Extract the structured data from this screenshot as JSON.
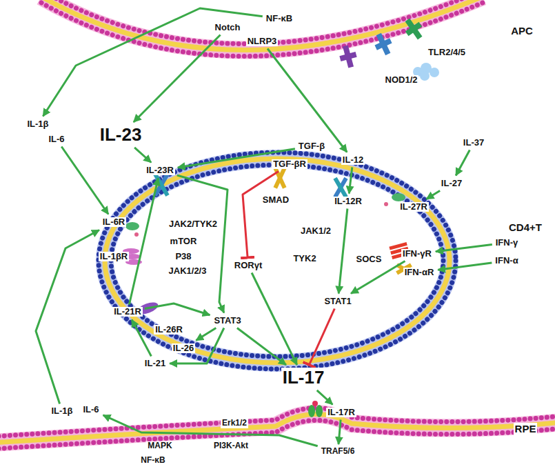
{
  "diagram": {
    "nodes": [
      {
        "text": [
          "APC"
        ]
      },
      {
        "text": [
          "Notch"
        ],
        "in": 0
      },
      {
        "text": [
          "NF-κB"
        ],
        "in": 0
      },
      {
        "text": [
          "NLRP3"
        ],
        "in": 0
      },
      {
        "text": [
          "TLR2/4/5"
        ],
        "in": 0
      },
      {
        "text": [
          "NOD1/2"
        ],
        "in": 0
      },
      {
        "text": [
          "IL-1β"
        ]
      },
      {
        "text": [
          "IL-6"
        ]
      },
      {
        "text": [
          "IL-23"
        ]
      },
      {
        "text": [
          "TGF-β"
        ]
      },
      {
        "text": [
          "IL-12"
        ]
      },
      {
        "text": [
          "IL-37"
        ]
      },
      {
        "text": [
          "IL-27"
        ]
      },
      {
        "text": [
          "CD4+T"
        ]
      },
      {
        "text": [
          "IL-23R"
        ],
        "in": 13
      },
      {
        "text": [
          "TGF-βR"
        ],
        "in": 13
      },
      {
        "text": [
          "SMAD"
        ],
        "in": 13
      },
      {
        "text": [
          "IL-12R"
        ],
        "in": 13
      },
      {
        "text": [
          "IL-27R"
        ],
        "in": 13
      },
      {
        "text": [
          "IL-6R"
        ],
        "in": 13
      },
      {
        "text": [
          "IL-1βR"
        ],
        "in": 13
      },
      {
        "text": [
          "JAK2/TYK2"
        ],
        "in": 13
      },
      {
        "text": [
          "mTOR"
        ],
        "in": 13
      },
      {
        "text": [
          "P38"
        ],
        "in": 13
      },
      {
        "text": [
          "JAK1/2/3"
        ],
        "in": 13
      },
      {
        "text": [
          "RORγt"
        ],
        "in": 13
      },
      {
        "text": [
          "JAK1/2"
        ],
        "in": 13
      },
      {
        "text": [
          "TYK2"
        ],
        "in": 13
      },
      {
        "text": [
          "SOCS"
        ],
        "in": 13
      },
      {
        "text": [
          "IFN-γR"
        ],
        "in": 13
      },
      {
        "text": [
          "IFN-αR"
        ],
        "in": 13
      },
      {
        "text": [
          "STAT1"
        ],
        "in": 13
      },
      {
        "text": [
          "IL-21R"
        ],
        "in": 13
      },
      {
        "text": [
          "IL-26R"
        ],
        "in": 13
      },
      {
        "text": [
          "STAT3"
        ],
        "in": 13
      },
      {
        "text": [
          "IFN-γ"
        ]
      },
      {
        "text": [
          "IFN-α"
        ]
      },
      {
        "text": [
          "IL-26"
        ]
      },
      {
        "text": [
          "IL-21"
        ]
      },
      {
        "text": [
          "IL-17"
        ]
      },
      {
        "text": [
          "RPE"
        ]
      },
      {
        "text": [
          "IL-17R"
        ],
        "in": 40
      },
      {
        "text": [
          "TRAF5/6"
        ],
        "in": 40
      },
      {
        "text": [
          "Erk1/2"
        ],
        "in": 40
      },
      {
        "text": [
          "PI3K-Akt"
        ],
        "in": 40
      },
      {
        "text": [
          "MAPK"
        ],
        "in": 40
      },
      {
        "text": [
          "NF-κB"
        ],
        "in": 40
      },
      {
        "text": [
          "IL-1β"
        ]
      },
      {
        "text": [
          "IL-6"
        ]
      }
    ],
    "edges": [
      {
        "from": 1,
        "to": 8,
        "arrow": "to"
      },
      {
        "from": 2,
        "to": 6,
        "arrow": "to"
      },
      {
        "from": 3,
        "to": 10,
        "arrow": "to"
      },
      {
        "from": 7,
        "to": 19,
        "arrow": "to"
      },
      {
        "from": 8,
        "to": 14,
        "arrow": "to"
      },
      {
        "from": 9,
        "to": 14,
        "arrow": "to"
      },
      {
        "from": 10,
        "to": 17,
        "arrow": "to"
      },
      {
        "from": 11,
        "to": 12,
        "arrow": "to"
      },
      {
        "from": 12,
        "to": 18,
        "arrow": "to"
      },
      {
        "from": 35,
        "to": 29,
        "arrow": "to"
      },
      {
        "from": 36,
        "to": 30,
        "arrow": "to"
      },
      {
        "from": 15,
        "to": 25,
        "arrow": "to"
      },
      {
        "from": 14,
        "to": 34,
        "arrow": "to"
      },
      {
        "from": 32,
        "to": 14,
        "arrow": "to"
      },
      {
        "from": 32,
        "to": 34,
        "arrow": "to"
      },
      {
        "from": 34,
        "to": 37,
        "arrow": "to"
      },
      {
        "from": 34,
        "to": 38,
        "arrow": "to"
      },
      {
        "from": 38,
        "to": 32,
        "arrow": "to"
      },
      {
        "from": 34,
        "to": 39,
        "arrow": "to"
      },
      {
        "from": 25,
        "to": 39,
        "arrow": "to"
      },
      {
        "from": 17,
        "to": 31,
        "arrow": "to"
      },
      {
        "from": 29,
        "to": 31,
        "arrow": "to"
      },
      {
        "from": 31,
        "to": 39,
        "arrow": "to"
      },
      {
        "from": 39,
        "to": 41,
        "arrow": "to"
      },
      {
        "from": 41,
        "to": 42,
        "arrow": "to"
      },
      {
        "from": 42,
        "to": 48,
        "arrow": "to"
      },
      {
        "from": 47,
        "to": 19,
        "arrow": "to"
      }
    ]
  }
}
